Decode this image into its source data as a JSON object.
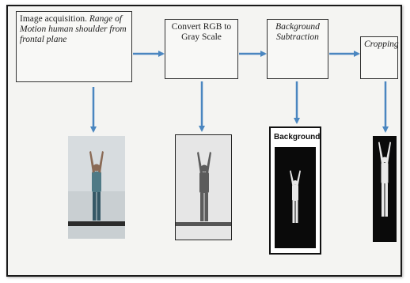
{
  "steps": [
    {
      "id": "acquisition",
      "text_plain": "Image acquisition.",
      "text_italic": "Range of Motion human shoulder from frontal plane"
    },
    {
      "id": "grayscale",
      "text": "Convert RGB to Gray Scale"
    },
    {
      "id": "subtraction",
      "text": "Background Subtraction"
    },
    {
      "id": "cropping",
      "text": "Cropping"
    }
  ],
  "captions": {
    "background": "Background"
  },
  "colors": {
    "arrow": "#4a86c0",
    "box_border": "#333333",
    "photo_bg_rgb": "#c9cfd2",
    "photo_bg_gray": "#e6e6e6",
    "mask_bg": "#0a0a0a",
    "silhouette": "#e8e8e8"
  }
}
